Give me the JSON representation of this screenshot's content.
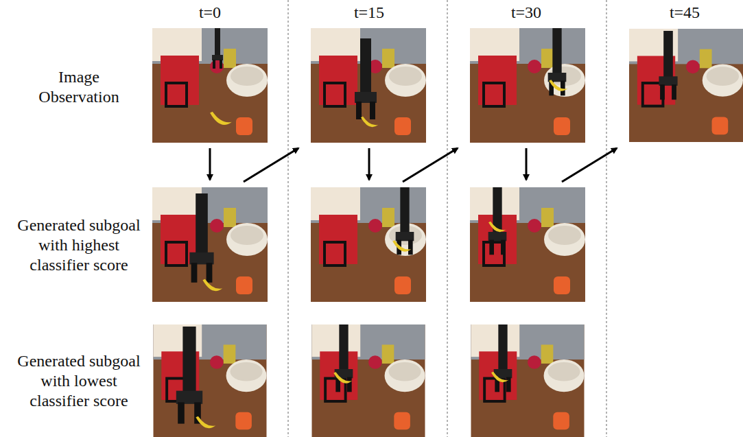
{
  "diagram": {
    "labels": [
      "t=0",
      "t=15",
      "t=30",
      "t=45",
      "Image Observation",
      "Generated subgoal with highest classifier score",
      "Generated subgoal with lowest classifier score"
    ]
  }
}
